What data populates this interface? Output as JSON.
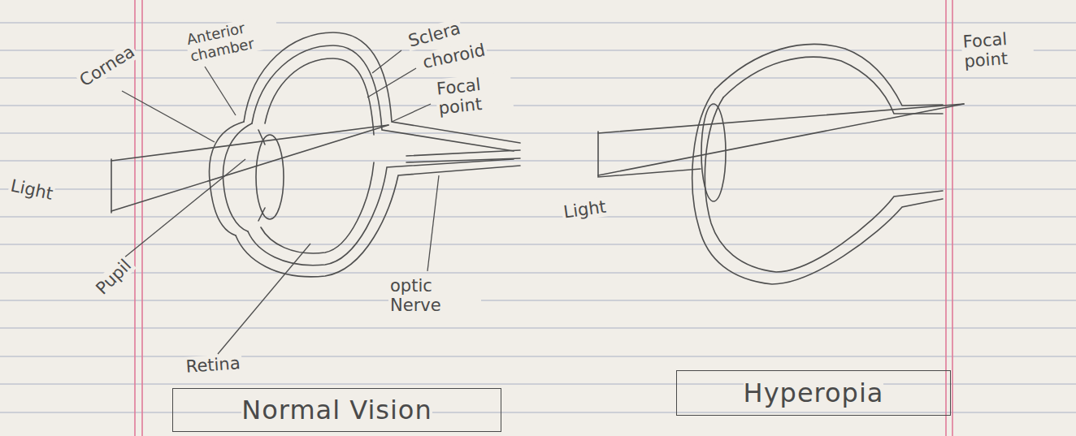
{
  "diagram": {
    "nodes": [
      {
        "text": [
          "Normal Vision"
        ]
      },
      {
        "text": [
          "Hyperopia"
        ]
      }
    ],
    "labels": [
      "Cornea",
      "Anterior chamber",
      "Sclera",
      "choroid",
      "Focal point",
      "Light",
      "Pupil",
      "optic Nerve",
      "Retina",
      "Focal point",
      "Light"
    ]
  }
}
